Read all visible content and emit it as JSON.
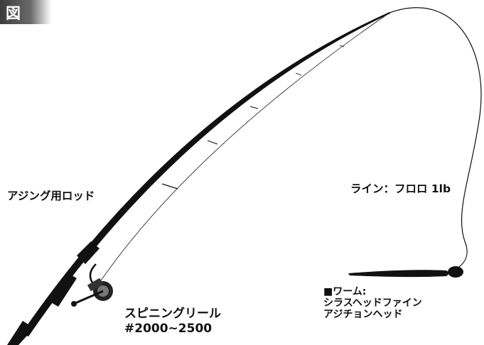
{
  "figure": {
    "tab_label": "図"
  },
  "labels": {
    "rod": "アジング用ロッド",
    "line": "ライン：フロロ 1lb",
    "reel": {
      "line1": "スピニングリール",
      "line2": "#2000~2500"
    },
    "worm": {
      "line1": "■ワーム:",
      "line2": "シラスヘッドファイン",
      "line3": "アジチョンヘッド"
    }
  },
  "colors": {
    "ink": "#111111",
    "tab_dark": "#3c3c3c",
    "background": "#ffffff"
  }
}
